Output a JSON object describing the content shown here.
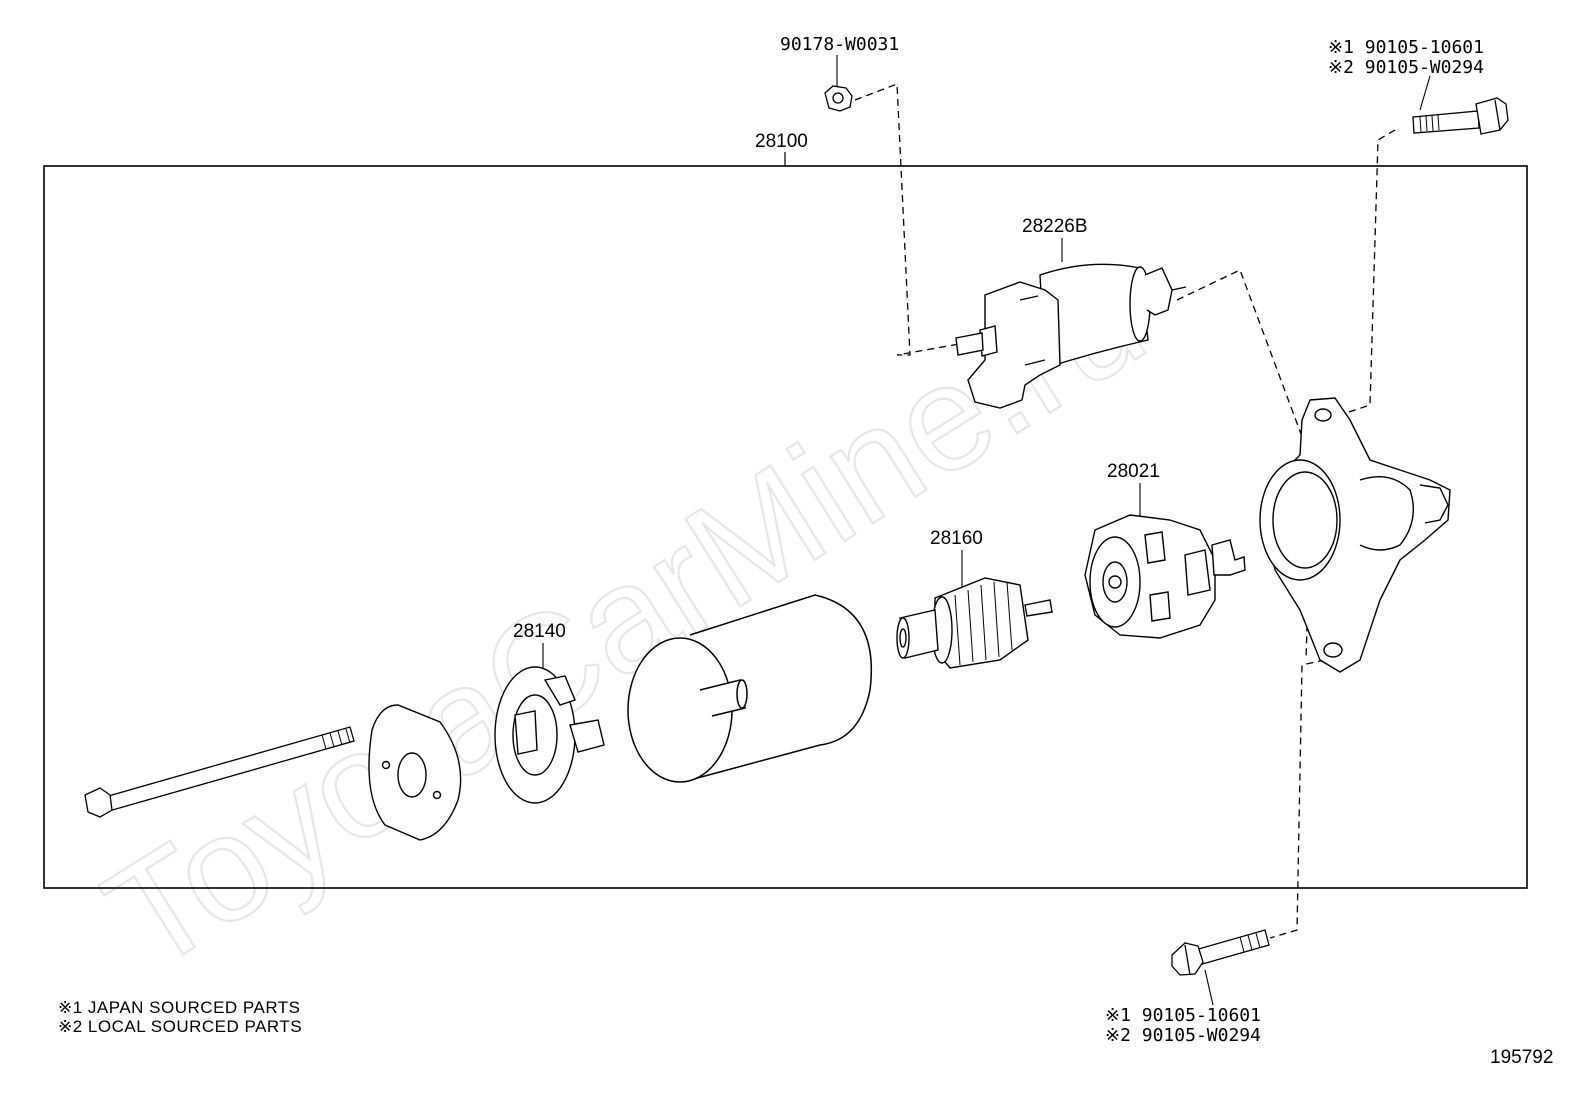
{
  "watermark": "ToyotaCarMine.ru",
  "labels": {
    "assembly": "28100",
    "solenoid": "28226B",
    "drive_housing_bolt_top_line1": "※1 90105-10601",
    "drive_housing_bolt_top_line2": "※2 90105-W0294",
    "nut_top": "90178-W0031",
    "brush_holder": "28021",
    "armature": "28160",
    "end_frame": "28140",
    "bolt_bottom_line1": "※1 90105-10601",
    "bolt_bottom_line2": "※2 90105-W0294"
  },
  "legend": [
    "※1  JAPAN SOURCED PARTS",
    "※2  LOCAL SOURCED PARTS"
  ],
  "diagram_id": "195792"
}
